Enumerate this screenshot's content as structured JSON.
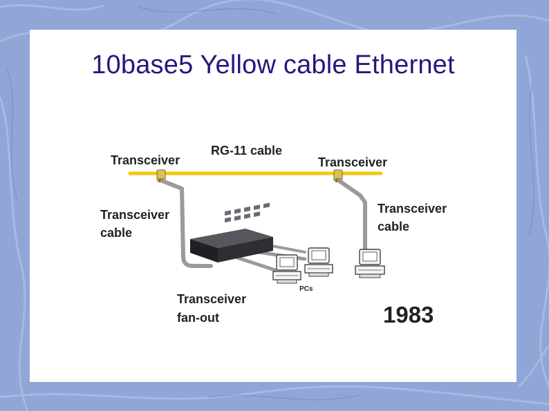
{
  "slide": {
    "title": "10base5 Yellow cable Ethernet"
  },
  "diagram": {
    "labels": {
      "transceiver_left": "Transceiver",
      "rg11_cable": "RG-11 cable",
      "transceiver_right": "Transceiver",
      "transceiver_cable_left_line1": "Transceiver",
      "transceiver_cable_left_line2": "cable",
      "transceiver_cable_right_line1": "Transceiver",
      "transceiver_cable_right_line2": "cable",
      "fanout_line1": "Transceiver",
      "fanout_line2": "fan-out",
      "pcs": "PCs",
      "year": "1983"
    },
    "colors": {
      "coax": "#f2c80f",
      "drop_cable": "#9a9a9a",
      "hub": "#2e2f33",
      "title": "#2a1580",
      "background": "#8fa6d6"
    }
  }
}
